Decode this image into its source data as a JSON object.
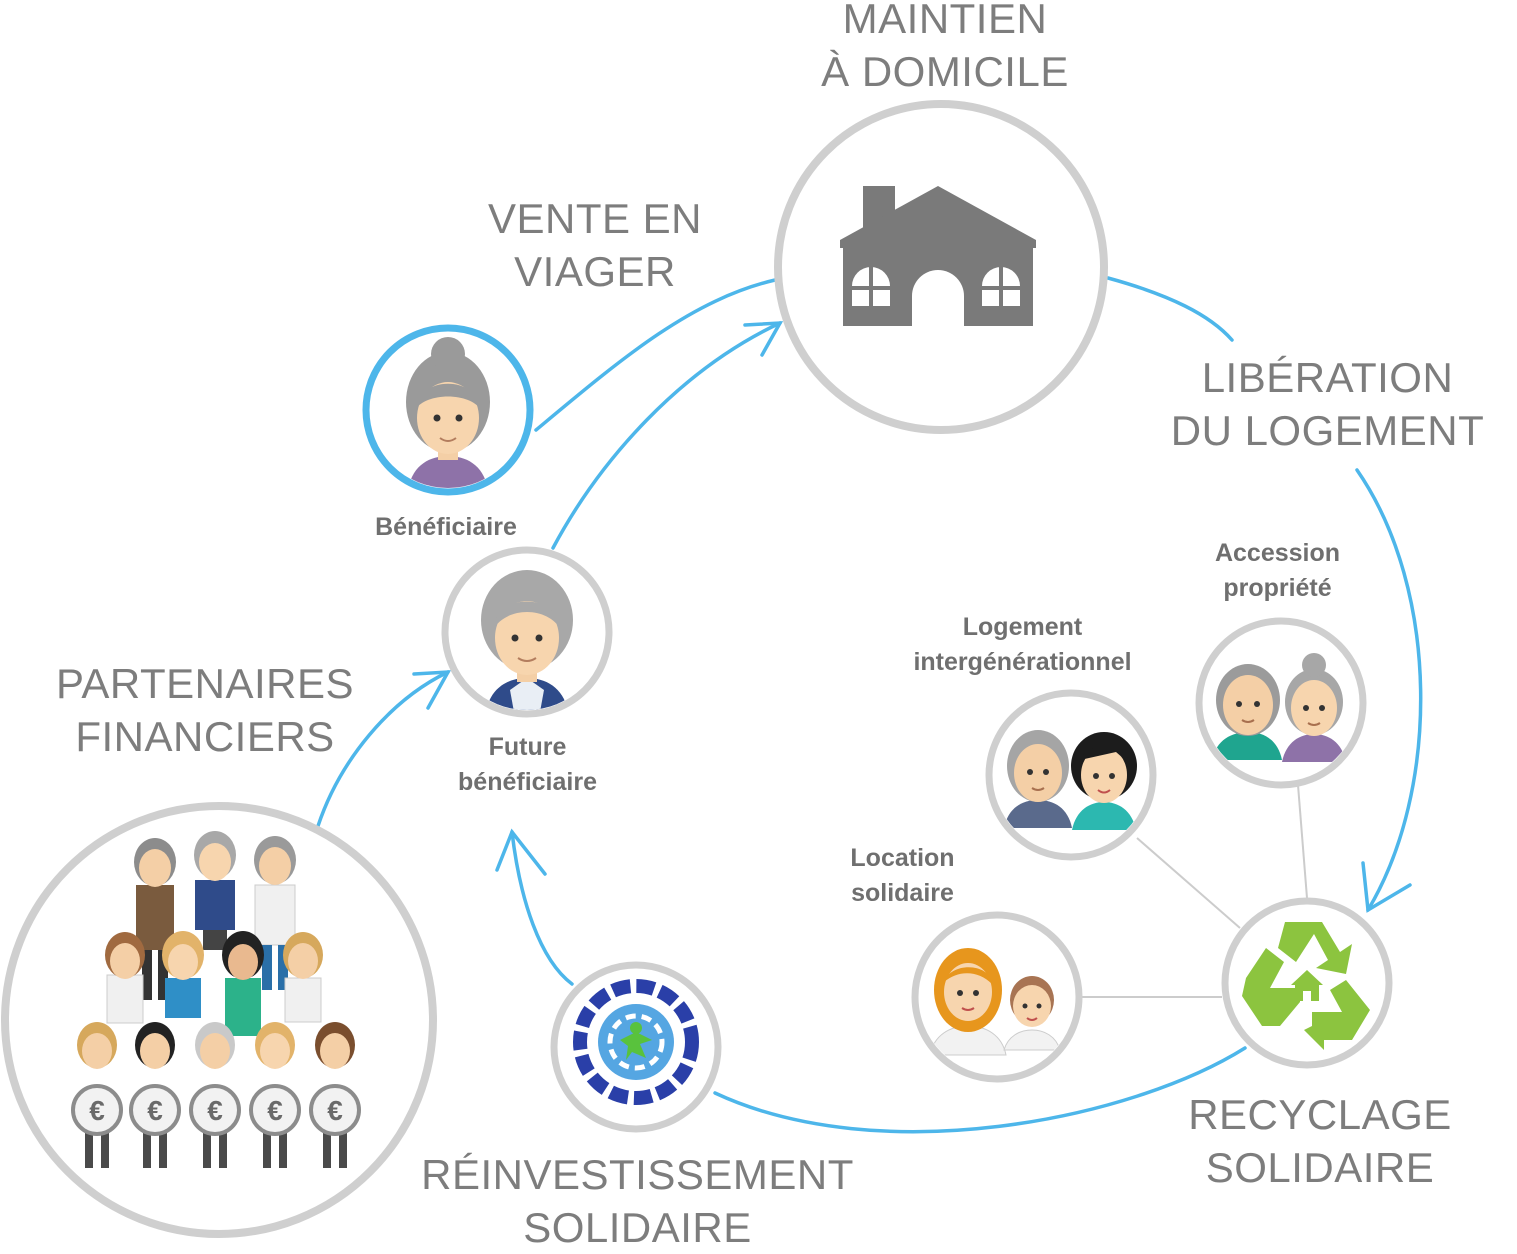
{
  "labels": {
    "maintien": [
      "MAINTIEN",
      "À DOMICILE"
    ],
    "vente": [
      "VENTE EN",
      "VIAGER"
    ],
    "liberation": [
      "LIBÉRATION",
      "DU LOGEMENT"
    ],
    "partenaires": [
      "PARTENAIRES",
      "FINANCIERS"
    ],
    "recyclage": [
      "RECYCLAGE",
      "SOLIDAIRE"
    ],
    "reinvestissement": [
      "RÉINVESTISSEMENT",
      "SOLIDAIRE"
    ]
  },
  "small_labels": {
    "beneficiaire": [
      "Bénéficiaire"
    ],
    "future": [
      "Future",
      "bénéficiaire"
    ],
    "accession": [
      "Accession",
      "propriété"
    ],
    "logement": [
      "Logement",
      "intergénérationnel"
    ],
    "location": [
      "Location",
      "solidaire"
    ]
  },
  "icons": {
    "euro_symbol": "€"
  },
  "colors": {
    "arrow": "#4db6ea",
    "circle_border": "#cfcfcf",
    "house": "#7a7a7a",
    "recycle": "#8cc43f",
    "hub": "#2a3fa8",
    "label": "#7d7d7d"
  }
}
